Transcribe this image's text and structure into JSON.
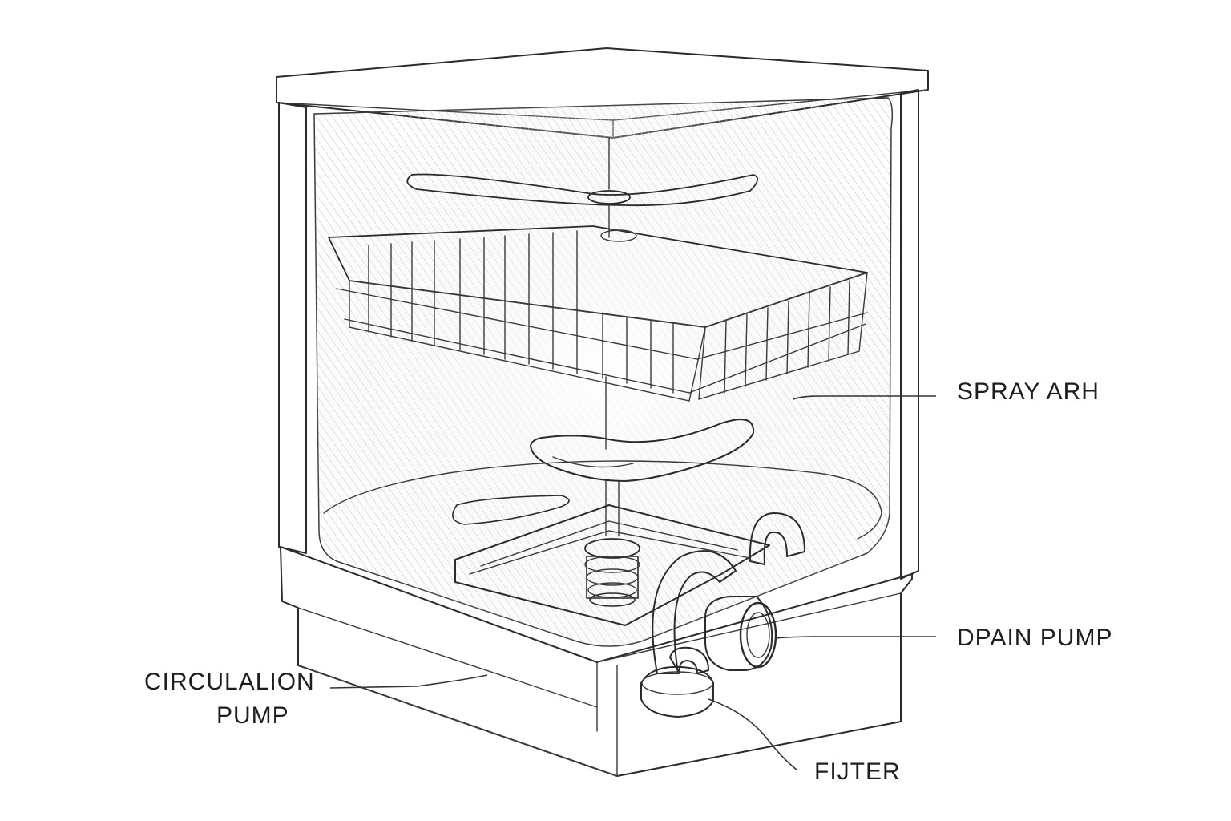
{
  "labels": {
    "spray_arm": "SPRAY ARH",
    "drain_pump": "DPAIN PUMP",
    "circulation_pump_line1": "CIRCULALION",
    "circulation_pump_line2": "PUMP",
    "filter": "FIJTER"
  },
  "colors": {
    "ink": "#2b2b2b",
    "shade": "#d9d9d9",
    "background": "#ffffff"
  }
}
